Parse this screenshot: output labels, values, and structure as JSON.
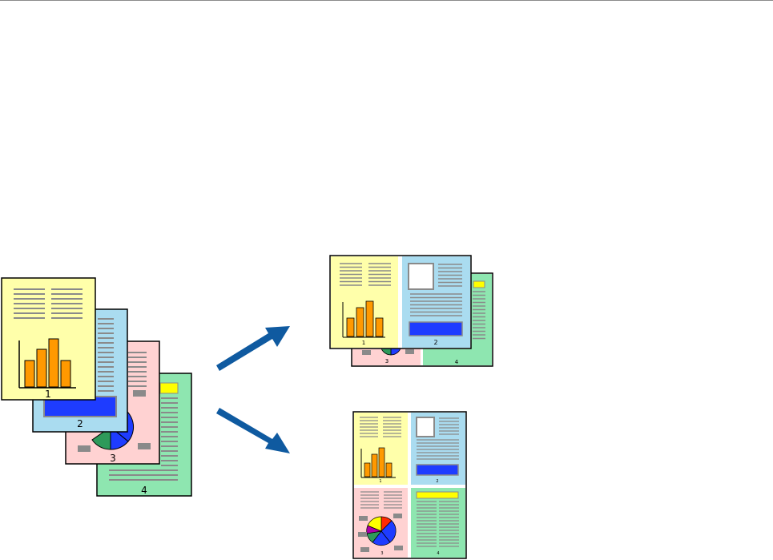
{
  "colors": {
    "page_yellow": "#ffffaa",
    "page_blue": "#aadcf0",
    "page_pink": "#ffd2d2",
    "page_green": "#8ee6b0",
    "bar": "#ff9900",
    "highlight_blue": "#1e3cff",
    "highlight_yellow": "#ffff00",
    "text_lines": "#8a8a8a",
    "arrow": "#0f5aa0",
    "pie_blue": "#1e3cff",
    "pie_green": "#2e9a5a",
    "pie_red": "#ff2a00",
    "pie_yellow": "#ffff00",
    "pie_purple": "#aa00aa"
  },
  "source_stack": {
    "page_labels": [
      "1",
      "2",
      "3",
      "4"
    ]
  },
  "two_up_result": {
    "page_labels": [
      "1",
      "2",
      "3",
      "4"
    ]
  },
  "four_up_result": {
    "page_labels": [
      "1",
      "2",
      "3",
      "4"
    ]
  },
  "icons": {
    "arrow_up": "arrow-up-right-icon",
    "arrow_down": "arrow-down-right-icon"
  }
}
